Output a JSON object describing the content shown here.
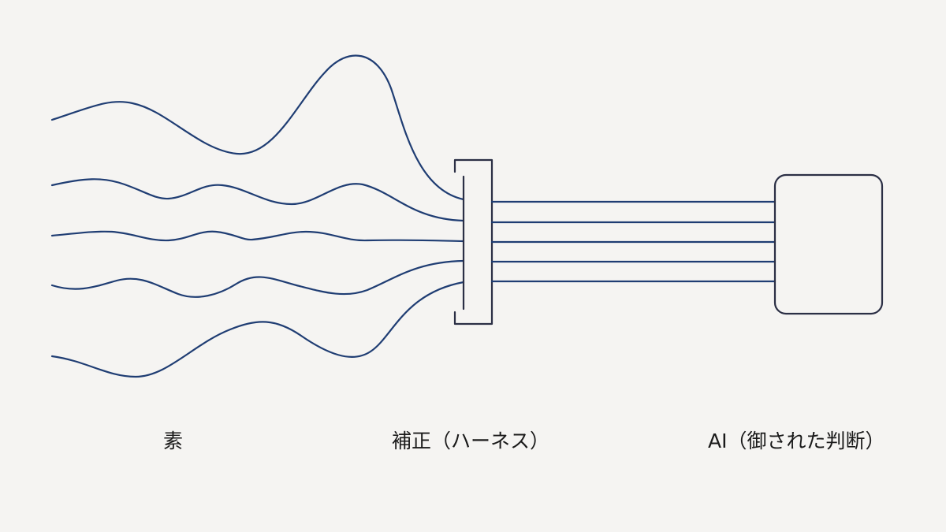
{
  "labels": {
    "raw": "素",
    "harness": "補正（ハーネス）",
    "ai": "AI（御された判断）"
  },
  "colors": {
    "background": "#f5f4f2",
    "wave": "#1f3d73",
    "box": "#2b2f45",
    "text": "#1a1a1a"
  },
  "diagram": {
    "input_streams": 5,
    "output_lines": 5,
    "components": [
      "wavy-input-streams",
      "harness-bracket",
      "straight-output-lines",
      "ai-box"
    ]
  }
}
